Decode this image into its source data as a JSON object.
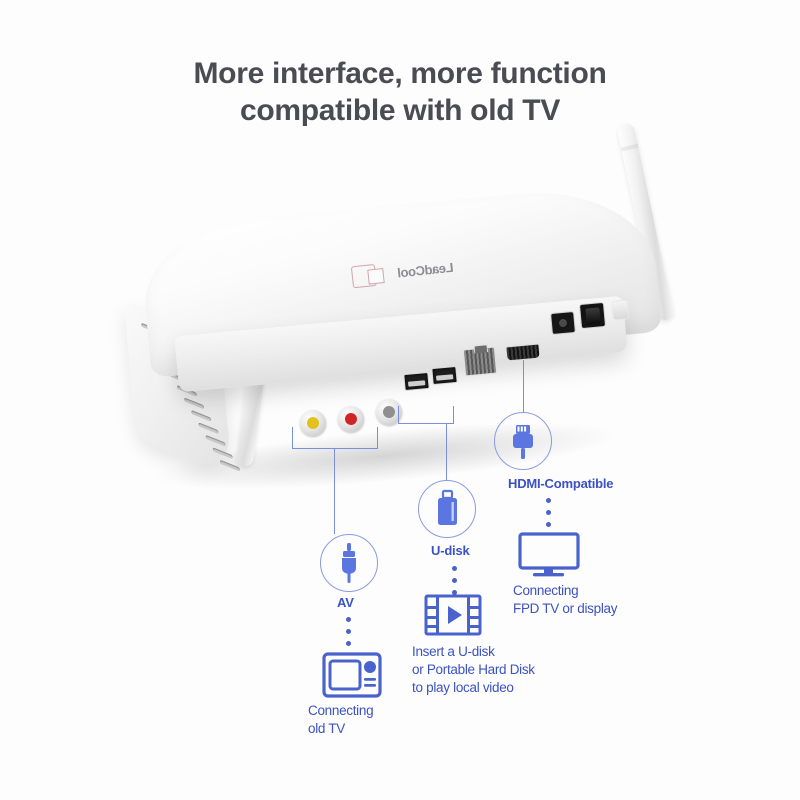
{
  "heading": {
    "line1": "More interface, more function",
    "line2": "compatible with old TV"
  },
  "product": {
    "brand_logo_text": "LeadCool",
    "icons": {
      "antenna_left": "antenna-icon",
      "antenna_right": "antenna-icon",
      "vent": "ventilation-slots-icon",
      "rca_yellow": "rca-video-port-icon",
      "rca_red": "rca-audio-right-port-icon",
      "rca_white": "rca-audio-left-port-icon",
      "usb1": "usb-port-icon",
      "usb2": "usb-port-icon",
      "ethernet": "ethernet-rj45-port-icon",
      "hdmi": "hdmi-port-icon",
      "dc_power": "dc-power-jack-icon",
      "power_switch": "power-switch-icon"
    }
  },
  "callouts": [
    {
      "id": "av",
      "label": "AV",
      "icon": "av-plug-icon",
      "result_icon": "crt-tv-icon",
      "caption_line1": "Connecting",
      "caption_line2": "old TV"
    },
    {
      "id": "udisk",
      "label": "U-disk",
      "icon": "usb-flash-drive-icon",
      "result_icon": "film-play-icon",
      "caption_line1": "Insert a U-disk",
      "caption_line2": "or Portable Hard Disk",
      "caption_line3": "to play local video"
    },
    {
      "id": "hdmi",
      "label": "HDMI-Compatible",
      "icon": "hdmi-cable-plug-icon",
      "result_icon": "flat-panel-tv-icon",
      "caption_line1": "Connecting",
      "caption_line2": "FPD TV or display"
    }
  ],
  "colors": {
    "heading": "#4b4b53",
    "accent_blue": "#3b52c4",
    "line_blue": "#7a8fdb",
    "background": "#fdfdfd"
  }
}
